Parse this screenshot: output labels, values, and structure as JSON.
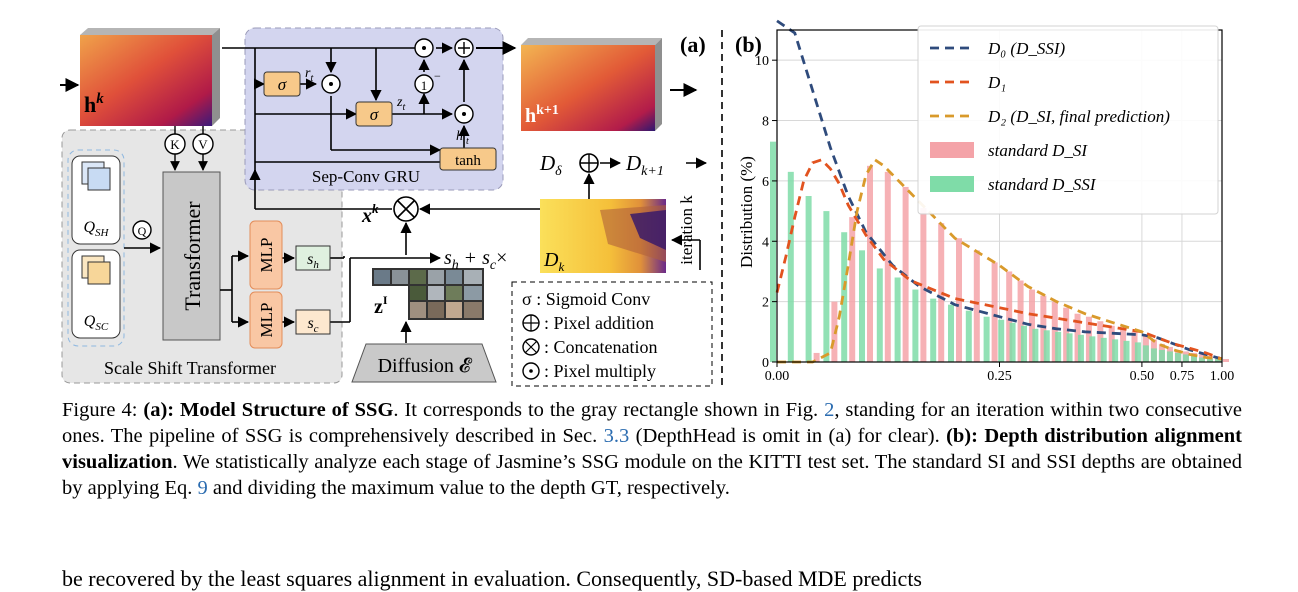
{
  "diagram": {
    "panel_a_label": "(a)",
    "panel_b_label": "(b)",
    "hk": "h",
    "hk_sup": "k",
    "hk1": "h",
    "hk1_sup": "k+1",
    "sigma": "σ",
    "rt": "r",
    "rt_sub": "t",
    "zt": "z",
    "zt_sub": "t",
    "one": "1",
    "minus": "−",
    "htilde": "h'",
    "htilde_sub": "t",
    "tanh": "tanh",
    "sepconv": "Sep-Conv GRU",
    "K": "K",
    "V": "V",
    "Q": "Q",
    "QSH": "Q",
    "QSH_sub": "SH",
    "QSC": "Q",
    "QSC_sub": "SC",
    "transformer": "Transformer",
    "mlp1": "MLP",
    "mlp2": "MLP",
    "sh": "s",
    "sh_sub": "h",
    "sc": "s",
    "sc_sub": "c",
    "sst": "Scale Shift Transformer",
    "xk": "x",
    "xk_sup": "k",
    "zI": "z",
    "zI_sup": "I",
    "diffusion": "Diffusion 𝓔",
    "formula_sh": "s",
    "formula_h": "h",
    "formula_plus": "+",
    "formula_sc": "s",
    "formula_c": "c",
    "formula_times": "×",
    "Dk": "D",
    "Dk_sub": "k",
    "Ddelta": "D",
    "Ddelta_sub": "δ",
    "Dk1": "D",
    "Dk1_sub": "k+1",
    "iteration": "iteration k",
    "legend_sigma": "σ : Sigmoid Conv",
    "legend_add": ": Pixel addition",
    "legend_concat": ": Concatenation",
    "legend_mul": ": Pixel multiply"
  },
  "chart_data": {
    "type": "bar",
    "ylabel": "Distribution (%)",
    "xlim": [
      0,
      1
    ],
    "ylim": [
      0,
      11
    ],
    "xticks": [
      "0.00",
      "0.25",
      "0.50",
      "0.75",
      "1.00"
    ],
    "yticks": [
      "0",
      "2",
      "4",
      "6",
      "8",
      "10"
    ],
    "legend_position": "upper right",
    "legend": [
      {
        "label": "D₀ (D_SSI)",
        "color": "#2f4b7c",
        "style": "dashed"
      },
      {
        "label": "D₁",
        "color": "#e2531f",
        "style": "dashed"
      },
      {
        "label": "D₂ (D_SI, final prediction)",
        "color": "#d99a2b",
        "style": "dashed"
      },
      {
        "label": "standard D_SI",
        "color": "#f4a3a8",
        "style": "bar"
      },
      {
        "label": "standard D_SSI",
        "color": "#7fdca8",
        "style": "bar"
      }
    ],
    "series": [
      {
        "name": "D₀ (D_SSI)",
        "x": [
          0.0,
          0.02,
          0.04,
          0.06,
          0.08,
          0.1,
          0.13,
          0.16,
          0.2,
          0.25,
          0.3,
          0.35,
          0.4,
          0.45,
          0.5,
          0.55,
          0.6,
          0.7,
          0.8,
          0.9,
          1.0
        ],
        "y": [
          11.3,
          10.9,
          9.0,
          7.1,
          5.5,
          4.3,
          3.2,
          2.5,
          1.9,
          1.5,
          1.25,
          1.1,
          1.0,
          0.95,
          0.9,
          0.85,
          0.8,
          0.6,
          0.4,
          0.25,
          0.1
        ]
      },
      {
        "name": "D₁",
        "x": [
          0.0,
          0.01,
          0.02,
          0.03,
          0.04,
          0.05,
          0.06,
          0.07,
          0.08,
          0.1,
          0.12,
          0.15,
          0.2,
          0.25,
          0.3,
          0.35,
          0.4,
          0.45,
          0.5,
          0.6,
          0.7,
          0.8,
          0.9,
          1.0
        ],
        "y": [
          2.3,
          3.5,
          4.8,
          6.0,
          6.6,
          6.7,
          6.4,
          5.9,
          5.2,
          4.2,
          3.4,
          2.7,
          2.1,
          1.8,
          1.6,
          1.45,
          1.3,
          1.15,
          1.0,
          0.8,
          0.6,
          0.45,
          0.3,
          0.1
        ]
      },
      {
        "name": "D₂ (D_SI, final prediction)",
        "x": [
          0.0,
          0.04,
          0.06,
          0.07,
          0.08,
          0.09,
          0.1,
          0.11,
          0.12,
          0.14,
          0.16,
          0.18,
          0.2,
          0.25,
          0.3,
          0.35,
          0.4,
          0.45,
          0.5,
          0.55,
          0.6,
          0.7,
          0.8,
          0.9,
          1.0
        ],
        "y": [
          0,
          0,
          0.3,
          1.5,
          3.2,
          5.0,
          6.2,
          6.7,
          6.5,
          5.9,
          5.3,
          4.7,
          4.1,
          3.2,
          2.5,
          2.0,
          1.6,
          1.3,
          1.0,
          0.8,
          0.6,
          0.4,
          0.25,
          0.15,
          0.1
        ]
      },
      {
        "name": "standard D_SI",
        "x": [
          0.0,
          0.02,
          0.04,
          0.06,
          0.08,
          0.1,
          0.12,
          0.14,
          0.16,
          0.18,
          0.2,
          0.22,
          0.24,
          0.26,
          0.28,
          0.3,
          0.32,
          0.34,
          0.36,
          0.38,
          0.4,
          0.42,
          0.44,
          0.46,
          0.48,
          0.5,
          0.55,
          0.6,
          0.65,
          0.7,
          0.75,
          0.8,
          0.85,
          0.9,
          0.95,
          1.0
        ],
        "y": [
          0,
          0,
          0.3,
          2.0,
          4.8,
          6.5,
          6.3,
          5.8,
          5.1,
          4.6,
          4.1,
          3.7,
          3.3,
          3.0,
          2.7,
          2.4,
          2.2,
          2.0,
          1.8,
          1.6,
          1.5,
          1.35,
          1.2,
          1.1,
          1.0,
          0.9,
          0.75,
          0.6,
          0.5,
          0.4,
          0.35,
          0.3,
          0.25,
          0.2,
          0.15,
          0.1
        ]
      },
      {
        "name": "standard D_SSI",
        "x": [
          0.0,
          0.02,
          0.04,
          0.06,
          0.08,
          0.1,
          0.12,
          0.14,
          0.16,
          0.18,
          0.2,
          0.22,
          0.24,
          0.26,
          0.28,
          0.3,
          0.32,
          0.34,
          0.36,
          0.38,
          0.4,
          0.42,
          0.44,
          0.46,
          0.48,
          0.5,
          0.55,
          0.6,
          0.65,
          0.7,
          0.75,
          0.8,
          0.85,
          0.9,
          0.95,
          1.0
        ],
        "y": [
          7.3,
          6.3,
          5.5,
          5.0,
          4.3,
          3.7,
          3.1,
          2.8,
          2.4,
          2.1,
          1.9,
          1.7,
          1.5,
          1.4,
          1.3,
          1.2,
          1.1,
          1.05,
          1.0,
          0.95,
          0.9,
          0.85,
          0.8,
          0.75,
          0.7,
          0.65,
          0.55,
          0.45,
          0.4,
          0.35,
          0.3,
          0.25,
          0.2,
          0.15,
          0.12,
          0.1
        ]
      }
    ]
  },
  "caption": {
    "lead": "Figure 4: ",
    "a_bold": "(a): Model Structure of SSG",
    "a_text1": ". It corresponds to the gray rectangle shown in Fig. ",
    "ref_fig": "2",
    "a_text2": ", standing for an iteration within two consecutive ones. The pipeline of SSG is comprehensively described in Sec. ",
    "ref_sec": "3.3",
    "a_text3": " (DepthHead is omit in (a) for clear). ",
    "b_bold": "(b): Depth distribution alignment visualization",
    "b_text1": ". We statistically analyze each stage of Jasmine’s SSG module on the KITTI test set. The standard SI and SSI depths are obtained by applying Eq. ",
    "ref_eq": "9",
    "b_text2": " and dividing the maximum value to the depth GT, respectively."
  },
  "body_text": "be recovered by the least squares alignment in evaluation. Consequently, SD-based MDE predicts"
}
